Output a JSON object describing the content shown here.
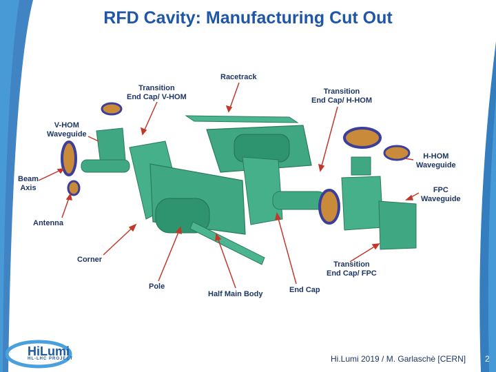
{
  "slide": {
    "title": "RFD Cavity: Manufacturing Cut Out",
    "footer": "Hi.Lumi 2019 / M. Garlaschè [CERN]",
    "page_number": "2",
    "logo": {
      "name": "HiLumi",
      "subtitle": "HL-LHC PROJECT"
    }
  },
  "labels": {
    "racetrack": "Racetrack",
    "transition_vhom": [
      "Transition",
      "End Cap/ V-HOM"
    ],
    "transition_hhom": [
      "Transition",
      "End Cap/ H-HOM"
    ],
    "vhom_waveguide": [
      "V-HOM",
      "Waveguide"
    ],
    "hhom_waveguide": [
      "H-HOM",
      "Waveguide"
    ],
    "beam_axis": [
      "Beam",
      "Axis"
    ],
    "fpc_waveguide": [
      "FPC",
      "Waveguide"
    ],
    "antenna": "Antenna",
    "corner": "Corner",
    "transition_fpc": [
      "Transition",
      "End Cap/ FPC"
    ],
    "pole": "Pole",
    "half_main_body": "Half Main Body",
    "end_cap": "End Cap"
  },
  "colors": {
    "title": "#1f56a8",
    "label_text": "#1d3562",
    "arrow": "#c0392b",
    "part_green": "#3fa883",
    "part_green_dark": "#2a7a5c",
    "flange_copper": "#c98a3a",
    "flange_blue": "#3b3f9a",
    "swoosh_blue": "#1e6fb8"
  }
}
